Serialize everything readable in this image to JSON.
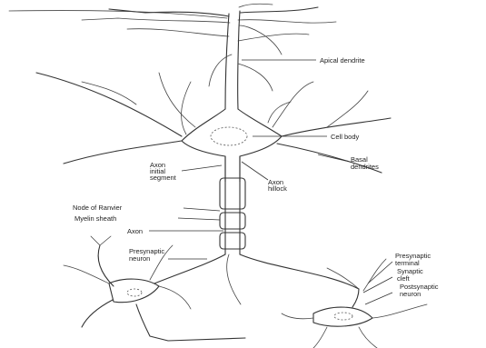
{
  "labels": {
    "apical_dendrite": "Apical dendrite",
    "cell_body": "Cell body",
    "basal_dendrites": [
      "Basal",
      "dendrites"
    ],
    "axon_initial_segment": [
      "Axon",
      "initial",
      "segment"
    ],
    "axon_hillock": [
      "Axon",
      "hillock"
    ],
    "node_of_ranvier": "Node of Ranvier",
    "myelin_sheath": "Myelin sheath",
    "axon": "Axon",
    "presynaptic_neuron_left": [
      "Presynaptic",
      "neuron"
    ],
    "presynaptic_terminal": [
      "Presynaptic",
      "terminal"
    ],
    "synaptic_cleft": [
      "Synaptic",
      "cleft"
    ],
    "postsynaptic_neuron": [
      "Postsynaptic",
      "neuron"
    ]
  }
}
